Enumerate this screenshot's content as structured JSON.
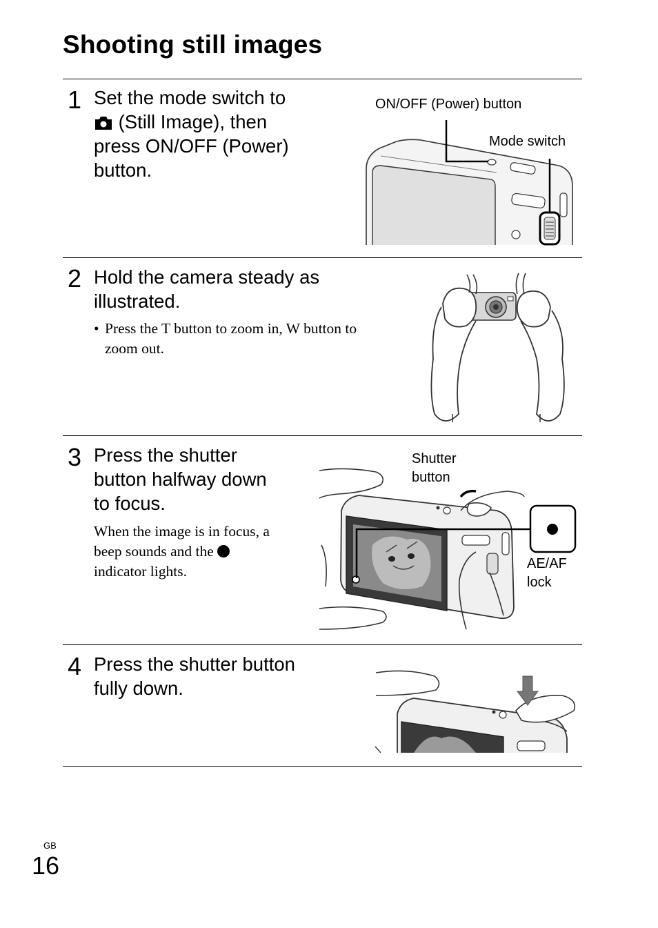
{
  "page": {
    "title": "Shooting still images",
    "lang_code": "GB",
    "page_number": "16"
  },
  "steps": [
    {
      "number": "1",
      "lines": [
        "Set the mode switch to",
        "(Still Image), then",
        "press ON/OFF (Power)",
        "button."
      ],
      "icon": "still-image-camera-icon",
      "callouts": [
        "ON/OFF (Power) button",
        "Mode switch"
      ]
    },
    {
      "number": "2",
      "lines": [
        "Hold the camera steady as",
        "illustrated."
      ],
      "note_bullet": "•",
      "note_lines": [
        "Press the T button to zoom in, W button to",
        "zoom out."
      ]
    },
    {
      "number": "3",
      "lines": [
        "Press the shutter",
        "button halfway down",
        "to focus."
      ],
      "note_lines": [
        "When the image is in focus, a",
        "beep sounds and the",
        "indicator lights."
      ],
      "callouts": [
        "Shutter",
        "button",
        "AE/AF",
        "lock"
      ]
    },
    {
      "number": "4",
      "lines": [
        "Press the shutter button",
        "fully down."
      ]
    }
  ],
  "colors": {
    "text": "#000000",
    "rule": "#000000",
    "illustration_stroke": "#333333",
    "illustration_fill": "#e6e6e6"
  }
}
